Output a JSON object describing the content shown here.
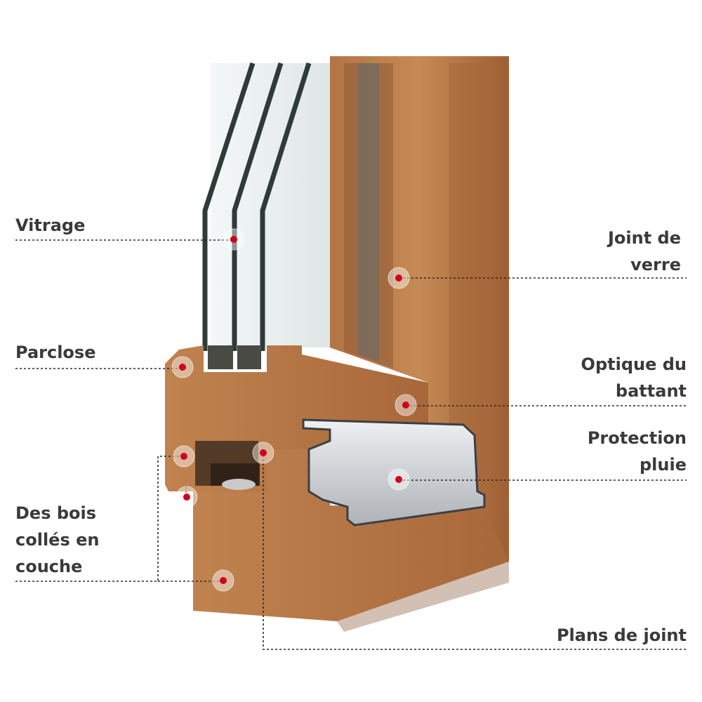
{
  "labels": {
    "vitrage": "Vitrage",
    "parclose": "Parclose",
    "bois": "Des bois\ncollés en\ncouche",
    "joint_verre": "Joint de \nverre",
    "optique": "Optique du\nbattant",
    "protection": "Protection \npluie",
    "plans": "Plans de joint"
  },
  "colors": {
    "marker": "#d0021b",
    "wood": "#b5733f",
    "aluminium": "#c9ccd0",
    "glass": "#e8eeee",
    "text": "#3a3a3a"
  }
}
